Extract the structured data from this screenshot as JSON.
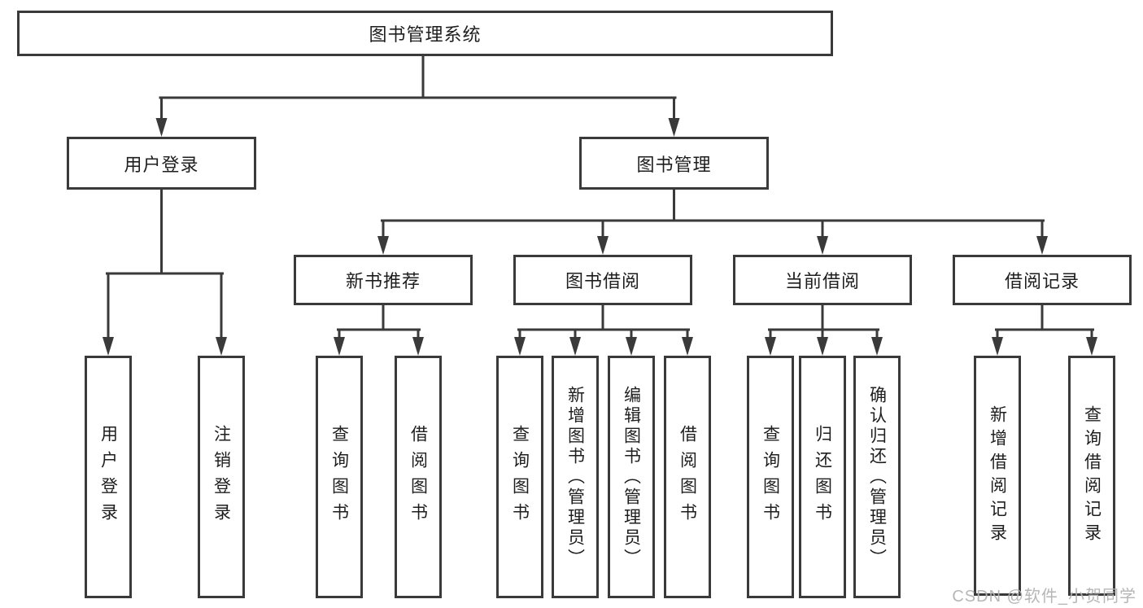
{
  "tree": {
    "root": "图书管理系统",
    "branches": [
      {
        "label": "用户登录",
        "children": [
          "用户登录",
          "注销登录"
        ]
      },
      {
        "label": "图书管理",
        "sections": [
          {
            "label": "新书推荐",
            "children": [
              "查询图书",
              "借阅图书"
            ]
          },
          {
            "label": "图书借阅",
            "children": [
              "查询图书",
              "新增图书（管理员）",
              "编辑图书（管理员）",
              "借阅图书"
            ]
          },
          {
            "label": "当前借阅",
            "children": [
              "查询图书",
              "归还图书",
              "确认归还（管理员）"
            ]
          },
          {
            "label": "借阅记录",
            "children": [
              "新增借阅记录",
              "查询借阅记录"
            ]
          }
        ]
      }
    ]
  },
  "watermark": "CSDN @软件_小贺同学",
  "colors": {
    "line": "#3a3a3a",
    "text": "#1e1e1e",
    "watermark": "#b3b3b3",
    "background": "#ffffff"
  }
}
